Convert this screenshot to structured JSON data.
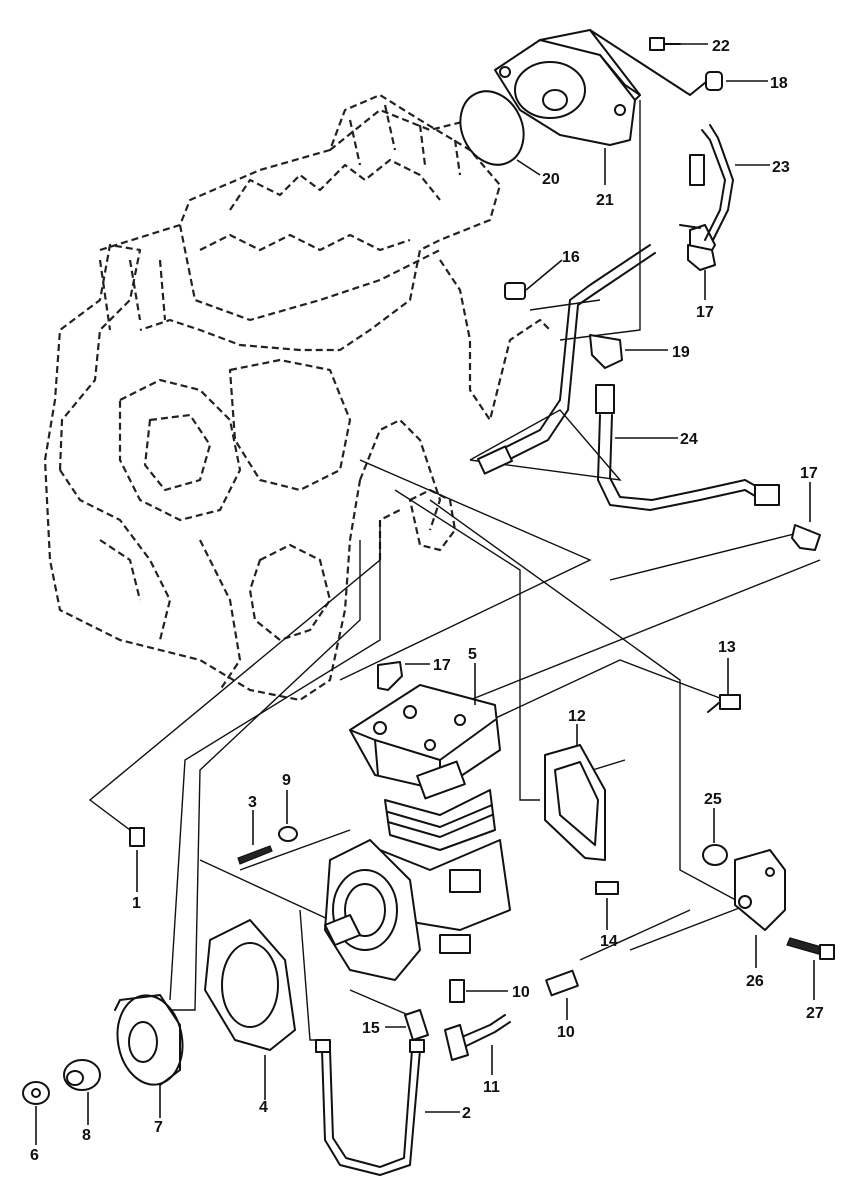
{
  "callouts": {
    "c1": "1",
    "c2": "2",
    "c3": "3",
    "c4": "4",
    "c5": "5",
    "c6": "6",
    "c7": "7",
    "c8": "8",
    "c9": "9",
    "c10a": "10",
    "c10b": "10",
    "c11": "11",
    "c12": "12",
    "c13": "13",
    "c14": "14",
    "c15": "15",
    "c16": "16",
    "c17a": "17",
    "c17b": "17",
    "c17c": "17",
    "c18": "18",
    "c19": "19",
    "c20": "20",
    "c21": "21",
    "c22": "22",
    "c23": "23",
    "c24": "24",
    "c25": "25",
    "c26": "26",
    "c27": "27"
  }
}
